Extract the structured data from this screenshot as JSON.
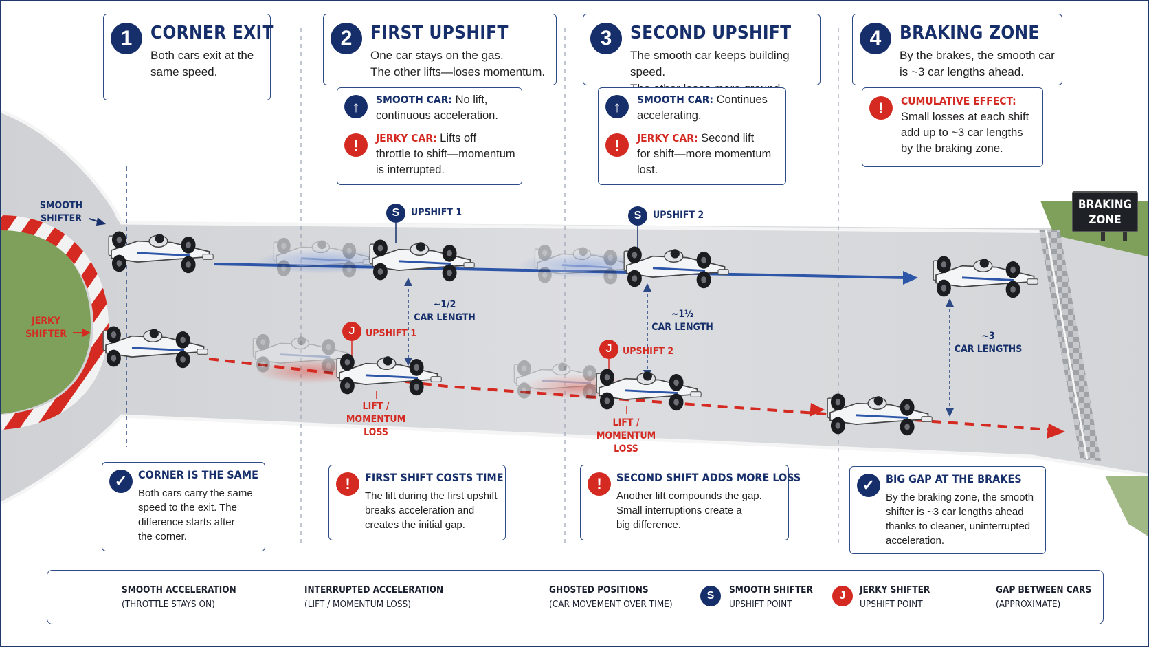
{
  "steps": [
    {
      "num": "1",
      "title": "CORNER EXIT",
      "desc": "Both cars exit at the\nsame speed."
    },
    {
      "num": "2",
      "title": "FIRST UPSHIFT",
      "desc": "One car stays on the gas.\nThe other lifts—loses momentum."
    },
    {
      "num": "3",
      "title": "SECOND UPSHIFT",
      "desc": "The smooth car keeps building speed.\nThe other loses more ground."
    },
    {
      "num": "4",
      "title": "BRAKING ZONE",
      "desc": "By the brakes, the smooth car\nis ~3 car lengths ahead."
    }
  ],
  "detail2": {
    "smooth_label": "SMOOTH CAR:",
    "smooth_text": "No lift,\ncontinuous acceleration.",
    "jerky_label": "JERKY CAR:",
    "jerky_text": "Lifts off\nthrottle to shift—momentum\nis interrupted."
  },
  "detail3": {
    "smooth_label": "SMOOTH CAR:",
    "smooth_text": "Continues\naccelerating.",
    "jerky_label": "JERKY CAR:",
    "jerky_text": "Second lift\nfor shift—more momentum\nlost."
  },
  "detail4": {
    "label": "CUMULATIVE EFFECT:",
    "text": "Small losses at each shift\nadd up to ~3 car lengths\nby the braking zone."
  },
  "track_labels": {
    "smooth_shifter": "SMOOTH\nSHIFTER",
    "jerky_shifter": "JERKY\nSHIFTER",
    "upshift1_s": "UPSHIFT 1",
    "upshift2_s": "UPSHIFT 2",
    "upshift1_j": "UPSHIFT 1",
    "upshift2_j": "UPSHIFT 2",
    "pin_s": "S",
    "pin_j": "J",
    "gap1": "~1/2\nCAR LENGTH",
    "gap2": "~1½\nCAR LENGTH",
    "gap3": "~3\nCAR LENGTHS",
    "lift1": "LIFT /\nMOMENTUM\nLOSS",
    "lift2": "LIFT /\nMOMENTUM\nLOSS",
    "braking_sign": "BRAKING\nZONE"
  },
  "bottom_boxes": [
    {
      "icon": "check",
      "title": "CORNER IS THE SAME",
      "body": "Both cars carry the same\nspeed to the exit. The\ndifference starts after\nthe corner."
    },
    {
      "icon": "alert",
      "title": "FIRST SHIFT COSTS TIME",
      "body": "The lift during the first upshift\nbreaks acceleration and\ncreates the initial gap."
    },
    {
      "icon": "alert",
      "title": "SECOND SHIFT ADDS MORE LOSS",
      "body": "Another lift compounds the gap.\nSmall interruptions create a\nbig difference."
    },
    {
      "icon": "check",
      "title": "BIG GAP AT THE BRAKES",
      "body": "By the braking zone, the smooth\nshifter is ~3 car lengths ahead\nthanks to cleaner, uninterrupted\nacceleration."
    }
  ],
  "legend": [
    {
      "title": "SMOOTH ACCELERATION",
      "sub": "(THROTTLE STAYS ON)"
    },
    {
      "title": "INTERRUPTED ACCELERATION",
      "sub": "(LIFT / MOMENTUM LOSS)"
    },
    {
      "title": "GHOSTED POSITIONS",
      "sub": "(CAR MOVEMENT OVER TIME)"
    },
    {
      "title": "SMOOTH SHIFTER",
      "sub": "UPSHIFT POINT"
    },
    {
      "title": "JERKY SHIFTER",
      "sub": "UPSHIFT POINT"
    },
    {
      "title": "GAP BETWEEN CARS",
      "sub": "(APPROXIMATE)"
    }
  ],
  "colors": {
    "navy": "#162f6a",
    "red": "#d42a22",
    "track": "#d9dadc",
    "grass": "#7fa05a"
  }
}
